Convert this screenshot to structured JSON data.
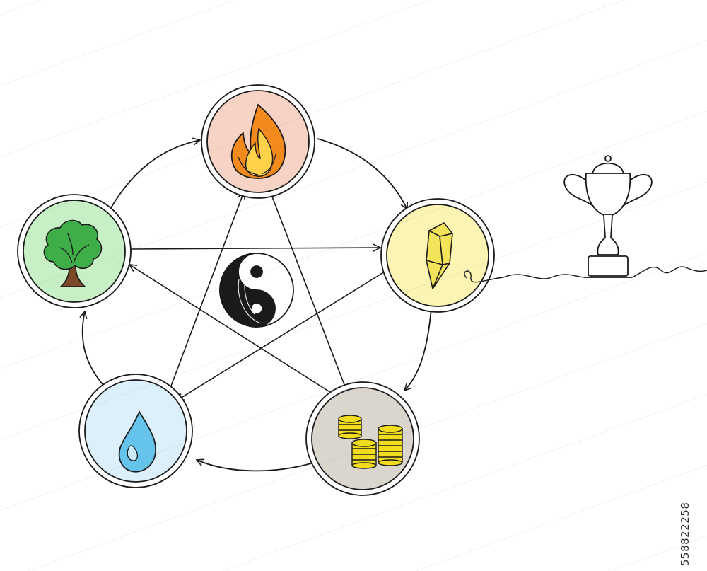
{
  "diagram": {
    "elements": [
      {
        "id": "fire",
        "icon": "fire-icon",
        "fill": "#f7d3c6"
      },
      {
        "id": "metal",
        "icon": "crystal-icon",
        "fill": "#fbf4b2"
      },
      {
        "id": "earth",
        "icon": "coin-stack-icon",
        "fill": "#dbd6cd"
      },
      {
        "id": "water",
        "icon": "water-drop-icon",
        "fill": "#dcf0fb"
      },
      {
        "id": "wood",
        "icon": "tree-icon",
        "fill": "#c8f0c6"
      }
    ],
    "center_icon": "yin-yang-icon",
    "extra_icon": "trophy-icon",
    "generating_cycle": [
      [
        "wood",
        "fire"
      ],
      [
        "fire",
        "metal"
      ],
      [
        "metal",
        "earth"
      ],
      [
        "earth",
        "water"
      ],
      [
        "water",
        "wood"
      ]
    ],
    "controlling_cycle": [
      [
        "wood",
        "metal"
      ],
      [
        "metal",
        "water"
      ],
      [
        "water",
        "fire"
      ],
      [
        "fire",
        "earth"
      ],
      [
        "earth",
        "wood"
      ]
    ],
    "colors": {
      "stroke": "#1a1a1a",
      "fire_orange": "#f28a1e",
      "fire_yellow": "#ffd24a",
      "leaf_green": "#3fae49",
      "trunk_brown": "#7a4a28",
      "crystal_yellow": "#f3e35a",
      "coin_gold": "#f2dc1e",
      "drop_blue": "#66c3ec"
    }
  },
  "stock_id": "558822258"
}
